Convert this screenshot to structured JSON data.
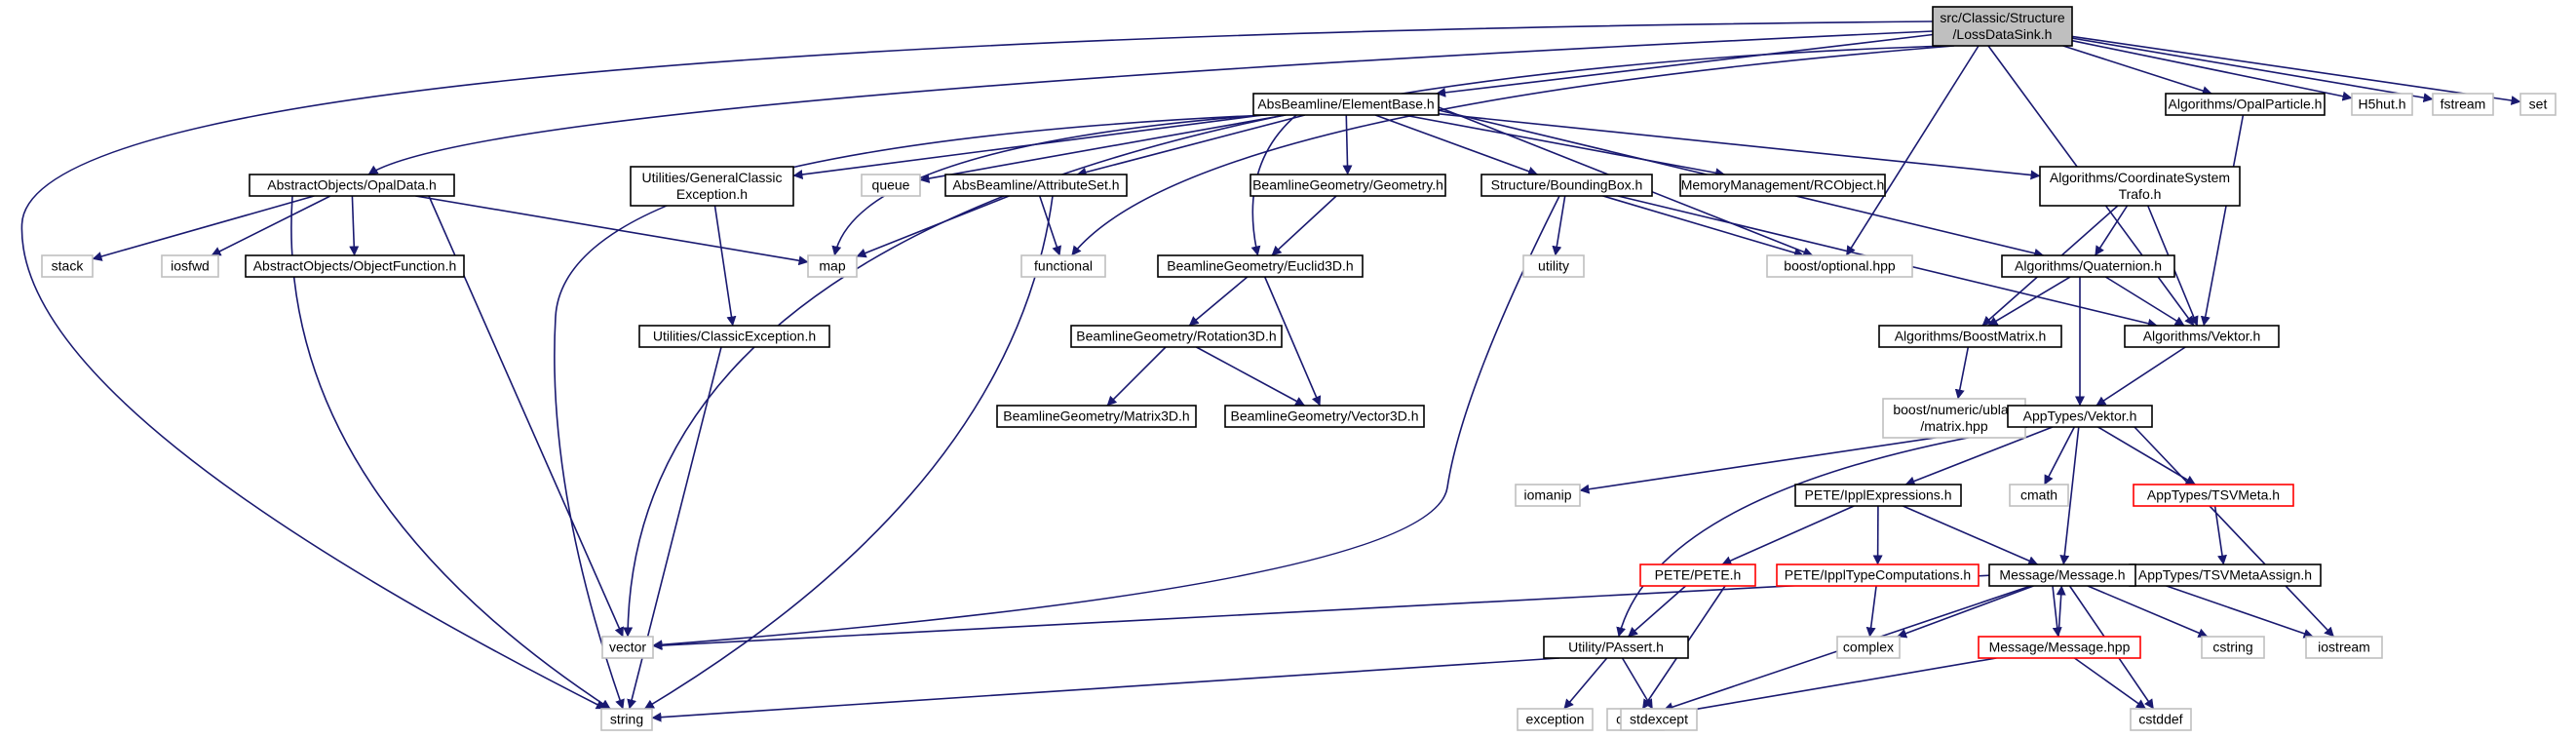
{
  "title": "",
  "colors": {
    "edge": "#191970",
    "root_fill": "#bfbfbf",
    "documented_border": "#000000",
    "external_border": "#bfbfbf",
    "truncated_border": "#ff0000"
  },
  "nodes": [
    {
      "id": "root",
      "lines": [
        "src/Classic/Structure",
        "/LossDataSink.h"
      ],
      "kind": "root"
    },
    {
      "id": "elementbase",
      "lines": [
        "AbsBeamline/ElementBase.h"
      ],
      "kind": "documented"
    },
    {
      "id": "opalparticle",
      "lines": [
        "Algorithms/OpalParticle.h"
      ],
      "kind": "documented"
    },
    {
      "id": "h5hut",
      "lines": [
        "H5hut.h"
      ],
      "kind": "external"
    },
    {
      "id": "fstream",
      "lines": [
        "fstream"
      ],
      "kind": "external"
    },
    {
      "id": "set",
      "lines": [
        "set"
      ],
      "kind": "external"
    },
    {
      "id": "opaldata",
      "lines": [
        "AbstractObjects/OpalData.h"
      ],
      "kind": "documented"
    },
    {
      "id": "genexc",
      "lines": [
        "Utilities/GeneralClassic",
        "Exception.h"
      ],
      "kind": "documented"
    },
    {
      "id": "queue",
      "lines": [
        "queue"
      ],
      "kind": "external"
    },
    {
      "id": "attrset",
      "lines": [
        "AbsBeamline/AttributeSet.h"
      ],
      "kind": "documented"
    },
    {
      "id": "geometry",
      "lines": [
        "BeamlineGeometry/Geometry.h"
      ],
      "kind": "documented"
    },
    {
      "id": "bbox",
      "lines": [
        "Structure/BoundingBox.h"
      ],
      "kind": "documented"
    },
    {
      "id": "rcobject",
      "lines": [
        "MemoryManagement/RCObject.h"
      ],
      "kind": "documented"
    },
    {
      "id": "coordtrafo",
      "lines": [
        "Algorithms/CoordinateSystem",
        "Trafo.h"
      ],
      "kind": "documented"
    },
    {
      "id": "stack",
      "lines": [
        "stack"
      ],
      "kind": "external"
    },
    {
      "id": "iosfwd",
      "lines": [
        "iosfwd"
      ],
      "kind": "external"
    },
    {
      "id": "objfunc",
      "lines": [
        "AbstractObjects/ObjectFunction.h"
      ],
      "kind": "documented"
    },
    {
      "id": "map",
      "lines": [
        "map"
      ],
      "kind": "external"
    },
    {
      "id": "functional",
      "lines": [
        "functional"
      ],
      "kind": "external"
    },
    {
      "id": "euclid",
      "lines": [
        "BeamlineGeometry/Euclid3D.h"
      ],
      "kind": "documented"
    },
    {
      "id": "utility",
      "lines": [
        "utility"
      ],
      "kind": "external"
    },
    {
      "id": "optional",
      "lines": [
        "boost/optional.hpp"
      ],
      "kind": "external"
    },
    {
      "id": "quaternion",
      "lines": [
        "Algorithms/Quaternion.h"
      ],
      "kind": "documented"
    },
    {
      "id": "classicexc",
      "lines": [
        "Utilities/ClassicException.h"
      ],
      "kind": "documented"
    },
    {
      "id": "rotation",
      "lines": [
        "BeamlineGeometry/Rotation3D.h"
      ],
      "kind": "documented"
    },
    {
      "id": "boostmatrix",
      "lines": [
        "Algorithms/BoostMatrix.h"
      ],
      "kind": "documented"
    },
    {
      "id": "algvektor",
      "lines": [
        "Algorithms/Vektor.h"
      ],
      "kind": "documented"
    },
    {
      "id": "matrix3d",
      "lines": [
        "BeamlineGeometry/Matrix3D.h"
      ],
      "kind": "documented"
    },
    {
      "id": "vector3d",
      "lines": [
        "BeamlineGeometry/Vector3D.h"
      ],
      "kind": "documented"
    },
    {
      "id": "ublas",
      "lines": [
        "boost/numeric/ublas",
        "/matrix.hpp"
      ],
      "kind": "external"
    },
    {
      "id": "appvektor",
      "lines": [
        "AppTypes/Vektor.h"
      ],
      "kind": "documented"
    },
    {
      "id": "iomanip",
      "lines": [
        "iomanip"
      ],
      "kind": "external"
    },
    {
      "id": "ipplexpr",
      "lines": [
        "PETE/IpplExpressions.h"
      ],
      "kind": "documented"
    },
    {
      "id": "cmath",
      "lines": [
        "cmath"
      ],
      "kind": "external"
    },
    {
      "id": "tsvmeta",
      "lines": [
        "AppTypes/TSVMeta.h"
      ],
      "kind": "truncated"
    },
    {
      "id": "tsvassign",
      "lines": [
        "AppTypes/TSVMetaAssign.h"
      ],
      "kind": "documented"
    },
    {
      "id": "pete",
      "lines": [
        "PETE/PETE.h"
      ],
      "kind": "truncated"
    },
    {
      "id": "ippltype",
      "lines": [
        "PETE/IpplTypeComputations.h"
      ],
      "kind": "truncated"
    },
    {
      "id": "message",
      "lines": [
        "Message/Message.h"
      ],
      "kind": "documented"
    },
    {
      "id": "vector",
      "lines": [
        "vector"
      ],
      "kind": "external"
    },
    {
      "id": "complex",
      "lines": [
        "complex"
      ],
      "kind": "external"
    },
    {
      "id": "messagehpp",
      "lines": [
        "Message/Message.hpp"
      ],
      "kind": "truncated"
    },
    {
      "id": "cstring",
      "lines": [
        "cstring"
      ],
      "kind": "external"
    },
    {
      "id": "iostream",
      "lines": [
        "iostream"
      ],
      "kind": "external"
    },
    {
      "id": "passert",
      "lines": [
        "Utility/PAssert.h"
      ],
      "kind": "documented"
    },
    {
      "id": "string",
      "lines": [
        "string"
      ],
      "kind": "external"
    },
    {
      "id": "cstdlib",
      "lines": [
        "cstdlib"
      ],
      "kind": "external"
    },
    {
      "id": "cstddef",
      "lines": [
        "cstddef"
      ],
      "kind": "external"
    },
    {
      "id": "exception",
      "lines": [
        "exception"
      ],
      "kind": "external"
    },
    {
      "id": "stdexcept",
      "lines": [
        "stdexcept"
      ],
      "kind": "external"
    }
  ],
  "edges": [
    [
      "root",
      "elementbase"
    ],
    [
      "root",
      "opalparticle"
    ],
    [
      "root",
      "h5hut"
    ],
    [
      "root",
      "fstream"
    ],
    [
      "root",
      "set"
    ],
    [
      "root",
      "opaldata"
    ],
    [
      "root",
      "algvektor"
    ],
    [
      "root",
      "optional"
    ],
    [
      "root",
      "vector"
    ],
    [
      "root",
      "string"
    ],
    [
      "root",
      "functional"
    ],
    [
      "elementbase",
      "genexc"
    ],
    [
      "elementbase",
      "queue"
    ],
    [
      "elementbase",
      "attrset"
    ],
    [
      "elementbase",
      "geometry"
    ],
    [
      "elementbase",
      "bbox"
    ],
    [
      "elementbase",
      "rcobject"
    ],
    [
      "elementbase",
      "coordtrafo"
    ],
    [
      "elementbase",
      "map"
    ],
    [
      "elementbase",
      "euclid"
    ],
    [
      "elementbase",
      "quaternion"
    ],
    [
      "elementbase",
      "optional"
    ],
    [
      "elementbase",
      "string"
    ],
    [
      "opalparticle",
      "algvektor"
    ],
    [
      "opaldata",
      "stack"
    ],
    [
      "opaldata",
      "iosfwd"
    ],
    [
      "opaldata",
      "objfunc"
    ],
    [
      "opaldata",
      "map"
    ],
    [
      "opaldata",
      "vector"
    ],
    [
      "opaldata",
      "string"
    ],
    [
      "genexc",
      "classicexc"
    ],
    [
      "classicexc",
      "string"
    ],
    [
      "attrset",
      "map"
    ],
    [
      "attrset",
      "functional"
    ],
    [
      "attrset",
      "string"
    ],
    [
      "geometry",
      "euclid"
    ],
    [
      "euclid",
      "rotation"
    ],
    [
      "euclid",
      "vector3d"
    ],
    [
      "rotation",
      "matrix3d"
    ],
    [
      "rotation",
      "vector3d"
    ],
    [
      "bbox",
      "utility"
    ],
    [
      "bbox",
      "optional"
    ],
    [
      "bbox",
      "algvektor"
    ],
    [
      "bbox",
      "vector"
    ],
    [
      "coordtrafo",
      "quaternion"
    ],
    [
      "coordtrafo",
      "boostmatrix"
    ],
    [
      "coordtrafo",
      "algvektor"
    ],
    [
      "quaternion",
      "boostmatrix"
    ],
    [
      "quaternion",
      "algvektor"
    ],
    [
      "quaternion",
      "appvektor"
    ],
    [
      "boostmatrix",
      "ublas"
    ],
    [
      "algvektor",
      "appvektor"
    ],
    [
      "appvektor",
      "iomanip"
    ],
    [
      "appvektor",
      "ipplexpr"
    ],
    [
      "appvektor",
      "cmath"
    ],
    [
      "appvektor",
      "tsvmeta"
    ],
    [
      "appvektor",
      "message"
    ],
    [
      "appvektor",
      "iostream"
    ],
    [
      "appvektor",
      "passert"
    ],
    [
      "tsvmeta",
      "tsvassign"
    ],
    [
      "ipplexpr",
      "pete"
    ],
    [
      "ipplexpr",
      "ippltype"
    ],
    [
      "ipplexpr",
      "message"
    ],
    [
      "ippltype",
      "complex"
    ],
    [
      "pete",
      "passert"
    ],
    [
      "pete",
      "cstdlib"
    ],
    [
      "message",
      "vector"
    ],
    [
      "message",
      "complex"
    ],
    [
      "message",
      "messagehpp"
    ],
    [
      "message",
      "cstring"
    ],
    [
      "message",
      "iostream"
    ],
    [
      "message",
      "cstdlib"
    ],
    [
      "message",
      "cstddef"
    ],
    [
      "messagehpp",
      "message"
    ],
    [
      "messagehpp",
      "cstdlib"
    ],
    [
      "messagehpp",
      "cstddef"
    ],
    [
      "passert",
      "string"
    ],
    [
      "passert",
      "exception"
    ],
    [
      "passert",
      "stdexcept"
    ]
  ]
}
